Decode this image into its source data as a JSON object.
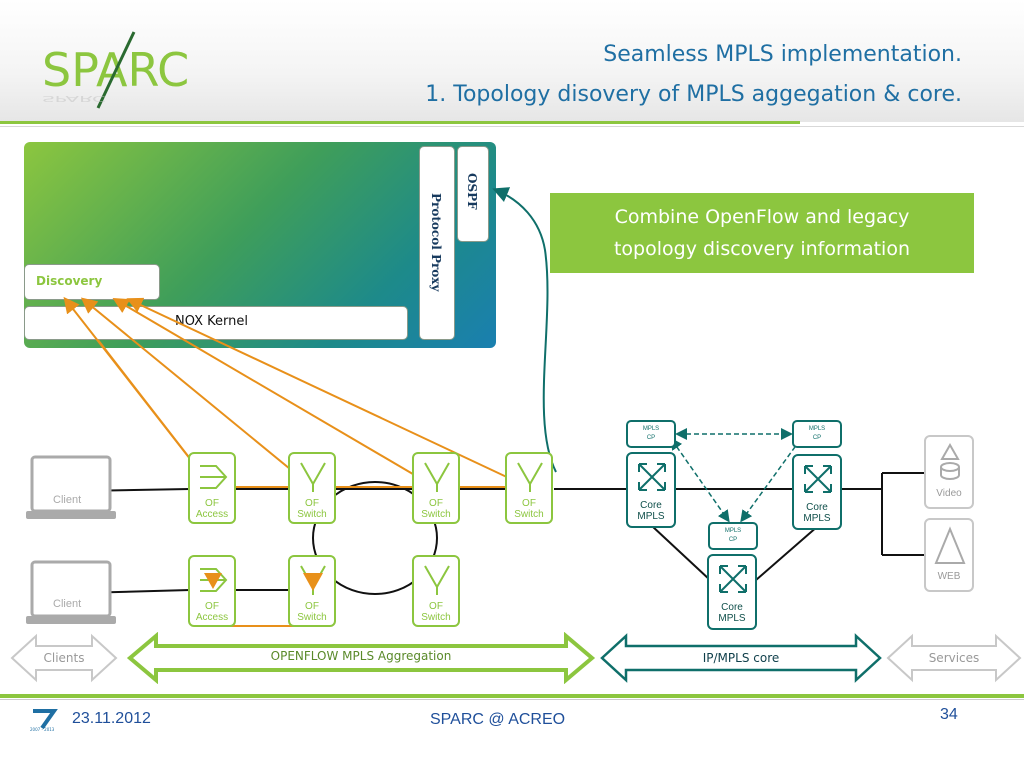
{
  "header": {
    "logo": {
      "text": "SPARC"
    },
    "title_line1": "Seamless MPLS implementation.",
    "title_line2": "1. Topology disovery of MPLS aggegation & core."
  },
  "controller": {
    "discovery_label": "Discovery",
    "nox_kernel_label": "NOX Kernel",
    "protocol_proxy_label": "Protocol Proxy",
    "ospf_label": "OSPF"
  },
  "note": {
    "text_line1": "Combine OpenFlow and legacy",
    "text_line2": "topology discovery information"
  },
  "clients": [
    {
      "label": "Client"
    },
    {
      "label": "Client"
    }
  ],
  "aggregation_switches_top": [
    {
      "line1": "OF",
      "line2": "Access",
      "icon": "access-switch-icon"
    },
    {
      "line1": "OF",
      "line2": "Switch",
      "icon": "of-switch-icon"
    },
    {
      "line1": "OF",
      "line2": "Switch",
      "icon": "of-switch-icon"
    },
    {
      "line1": "OF",
      "line2": "Switch",
      "icon": "of-switch-icon"
    }
  ],
  "aggregation_switches_bottom": [
    {
      "line1": "OF",
      "line2": "Access",
      "icon": "access-switch-icon"
    },
    {
      "line1": "OF",
      "line2": "Switch",
      "icon": "of-switch-icon"
    },
    {
      "line1": "OF",
      "line2": "Switch",
      "icon": "of-switch-icon"
    }
  ],
  "core": {
    "cp_line1": "MPLS",
    "cp_line2": "CP",
    "router_line1": "Core",
    "router_line2": "MPLS",
    "router_icon": "router-arrows-icon"
  },
  "services": [
    {
      "label": "Video",
      "icon": "video-server-icon"
    },
    {
      "label": "WEB",
      "icon": "web-server-icon"
    }
  ],
  "bands": {
    "clients": "Clients",
    "aggregation": "OPENFLOW MPLS Aggregation",
    "core": "IP/MPLS core",
    "services": "Services"
  },
  "footer": {
    "date": "23.11.2012",
    "center": "SPARC @ ACREO",
    "page": "34",
    "logo_caption": "2007 - 2013"
  },
  "colors": {
    "accent_green": "#8cc63f",
    "teal": "#0f6f6a",
    "orange": "#e8901a",
    "title_blue": "#1f6fa3"
  }
}
